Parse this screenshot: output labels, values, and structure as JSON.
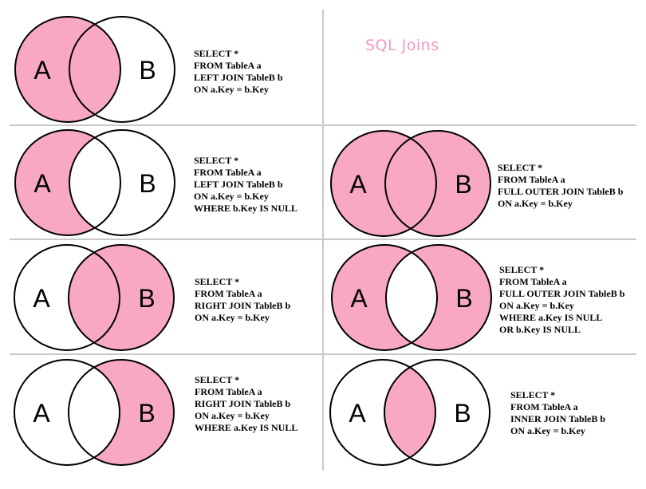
{
  "title": "SQL Joins",
  "colors": {
    "fill": "#f9a8c4",
    "stroke": "#000000",
    "divider": "#c8c8c8",
    "title": "#f39ac0"
  },
  "panels": [
    {
      "id": "left-join",
      "fill": "left-full",
      "label_a": "A",
      "label_b": "B",
      "sql": [
        "SELECT *",
        "FROM TableA a",
        "LEFT JOIN TableB b",
        "ON a.Key = b.Key"
      ]
    },
    {
      "id": "left-join-excl",
      "fill": "left-only",
      "label_a": "A",
      "label_b": "B",
      "sql": [
        "SELECT *",
        "FROM TableA a",
        "LEFT JOIN TableB b",
        "ON a.Key = b.Key",
        "WHERE b.Key IS NULL"
      ]
    },
    {
      "id": "full-outer-join",
      "fill": "both",
      "label_a": "A",
      "label_b": "B",
      "sql": [
        "SELECT *",
        "FROM TableA a",
        "FULL OUTER JOIN TableB b",
        "ON a.Key = b.Key"
      ]
    },
    {
      "id": "right-join",
      "fill": "right-full",
      "label_a": "A",
      "label_b": "B",
      "sql": [
        "SELECT *",
        "FROM TableA a",
        "RIGHT JOIN TableB b",
        "ON a.Key = b.Key"
      ]
    },
    {
      "id": "full-outer-join-excl",
      "fill": "xor",
      "label_a": "A",
      "label_b": "B",
      "sql": [
        "SELECT *",
        "FROM TableA a",
        "FULL OUTER JOIN TableB b",
        "ON a.Key = b.Key",
        "WHERE a.Key IS NULL",
        "OR b.Key IS NULL"
      ]
    },
    {
      "id": "right-join-excl",
      "fill": "right-only",
      "label_a": "A",
      "label_b": "B",
      "sql": [
        "SELECT *",
        "FROM TableA a",
        "RIGHT JOIN TableB b",
        "ON a.Key = b.Key",
        "WHERE a.Key IS NULL"
      ]
    },
    {
      "id": "inner-join",
      "fill": "intersection",
      "label_a": "A",
      "label_b": "B",
      "sql": [
        "SELECT *",
        "FROM TableA a",
        "INNER JOIN TableB b",
        "ON a.Key = b.Key"
      ]
    }
  ]
}
